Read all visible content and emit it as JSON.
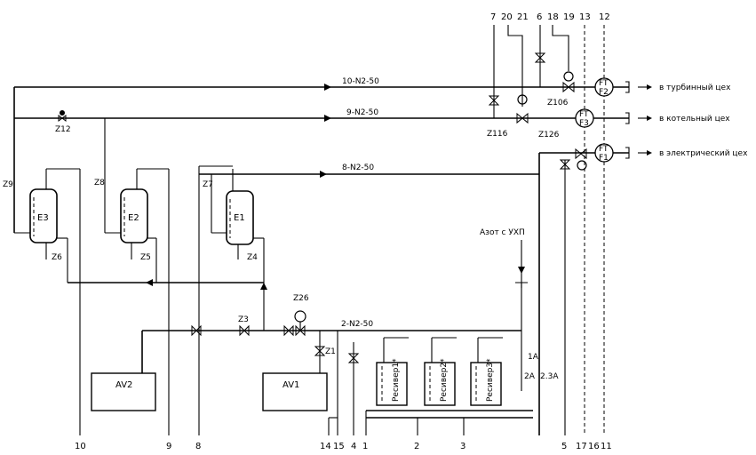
{
  "main_lines": [
    {
      "id": "l10",
      "label": "10-N2-50",
      "dest": "в турбинный цех"
    },
    {
      "id": "l9",
      "label": "9-N2-50",
      "dest": "в котельный цех"
    },
    {
      "id": "l8",
      "label": "8-N2-50",
      "dest": "в электрический цех"
    },
    {
      "id": "l2",
      "label": "2-N2-50",
      "dest": ""
    }
  ],
  "vessels": [
    "E3",
    "E2",
    "E1"
  ],
  "receivers": [
    "Ресивер1*",
    "Ресивер2*",
    "Ресивер3*"
  ],
  "boxes": [
    "AV2",
    "AV1"
  ],
  "flow_meters": [
    {
      "type": "FT",
      "tag": "F2"
    },
    {
      "type": "FT",
      "tag": "F3"
    },
    {
      "type": "FT",
      "tag": "F1"
    }
  ],
  "valve_labels": [
    "Z9",
    "Z8",
    "Z7",
    "Z6",
    "Z5",
    "Z4",
    "Z3",
    "Z1",
    "Z12",
    "Z26",
    "Z106",
    "Z116",
    "Z126",
    "1A",
    "2A",
    "2.3A"
  ],
  "top_numbers": [
    "7",
    "20",
    "21",
    "6",
    "18",
    "19",
    "13",
    "12"
  ],
  "bottom_numbers": [
    "10",
    "9",
    "8",
    "14",
    "15",
    "4",
    "1",
    "2",
    "3",
    "5",
    "17",
    "16",
    "11"
  ],
  "nitrogen_source": "Азот с УХП"
}
